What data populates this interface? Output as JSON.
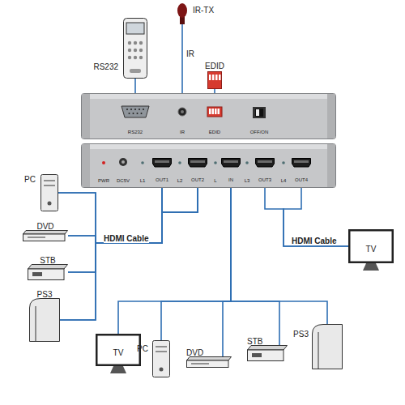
{
  "diagram": {
    "nodes": [
      {
        "text": [
          "RS232"
        ]
      },
      {
        "text": [
          "IR-TX"
        ]
      },
      {
        "text": [
          "EDID"
        ]
      },
      {
        "text": [
          "OFF/ON"
        ]
      },
      {
        "text": [
          "RS232"
        ],
        "in": 3
      },
      {
        "text": [
          "IR"
        ],
        "in": 3
      },
      {
        "text": [
          "EDID"
        ],
        "in": 3
      },
      {
        "text": [
          "PWR",
          "DC5V",
          "L1",
          "L2",
          "L",
          "L3",
          "L4"
        ]
      },
      {
        "text": [
          "OUT1"
        ],
        "in": 7
      },
      {
        "text": [
          "OUT2"
        ],
        "in": 7
      },
      {
        "text": [
          "IN"
        ],
        "in": 7
      },
      {
        "text": [
          "OUT3"
        ],
        "in": 7
      },
      {
        "text": [
          "OUT4"
        ],
        "in": 7
      },
      {
        "text": [
          "PC"
        ]
      },
      {
        "text": [
          "DVD"
        ]
      },
      {
        "text": [
          "STB"
        ]
      },
      {
        "text": [
          "PS3"
        ]
      },
      {
        "text": [
          "TV"
        ]
      },
      {
        "text": [
          "TV"
        ]
      },
      {
        "text": [
          "PC"
        ]
      },
      {
        "text": [
          "DVD"
        ]
      },
      {
        "text": [
          "STB"
        ]
      },
      {
        "text": [
          "PS3"
        ]
      }
    ],
    "edges": [
      {
        "from": 0,
        "to": 4,
        "arrow": "none"
      },
      {
        "from": 1,
        "to": 5,
        "label": "IR",
        "arrow": "none"
      },
      {
        "from": 2,
        "to": 6,
        "arrow": "none"
      },
      {
        "from": 8,
        "to": 13,
        "arrow": "none"
      },
      {
        "from": 8,
        "to": 14,
        "arrow": "none"
      },
      {
        "from": 8,
        "to": 15,
        "arrow": "none"
      },
      {
        "from": 8,
        "to": 16,
        "arrow": "none"
      },
      {
        "from": 9,
        "to": 13,
        "arrow": "none"
      },
      {
        "from": 9,
        "to": 14,
        "arrow": "none"
      },
      {
        "from": 9,
        "to": 15,
        "arrow": "none"
      },
      {
        "from": 9,
        "to": 16,
        "arrow": "none"
      },
      {
        "from": 11,
        "to": 17,
        "arrow": "none"
      },
      {
        "from": 12,
        "to": 17,
        "arrow": "none"
      },
      {
        "from": 10,
        "to": 18,
        "arrow": "none"
      },
      {
        "from": 10,
        "to": 19,
        "arrow": "none"
      },
      {
        "from": 10,
        "to": 20,
        "arrow": "none"
      },
      {
        "from": 10,
        "to": 21,
        "arrow": "none"
      },
      {
        "from": 10,
        "to": 22,
        "arrow": "none"
      }
    ],
    "labels": [
      "HDMI Cable",
      "HDMI Cable"
    ]
  }
}
